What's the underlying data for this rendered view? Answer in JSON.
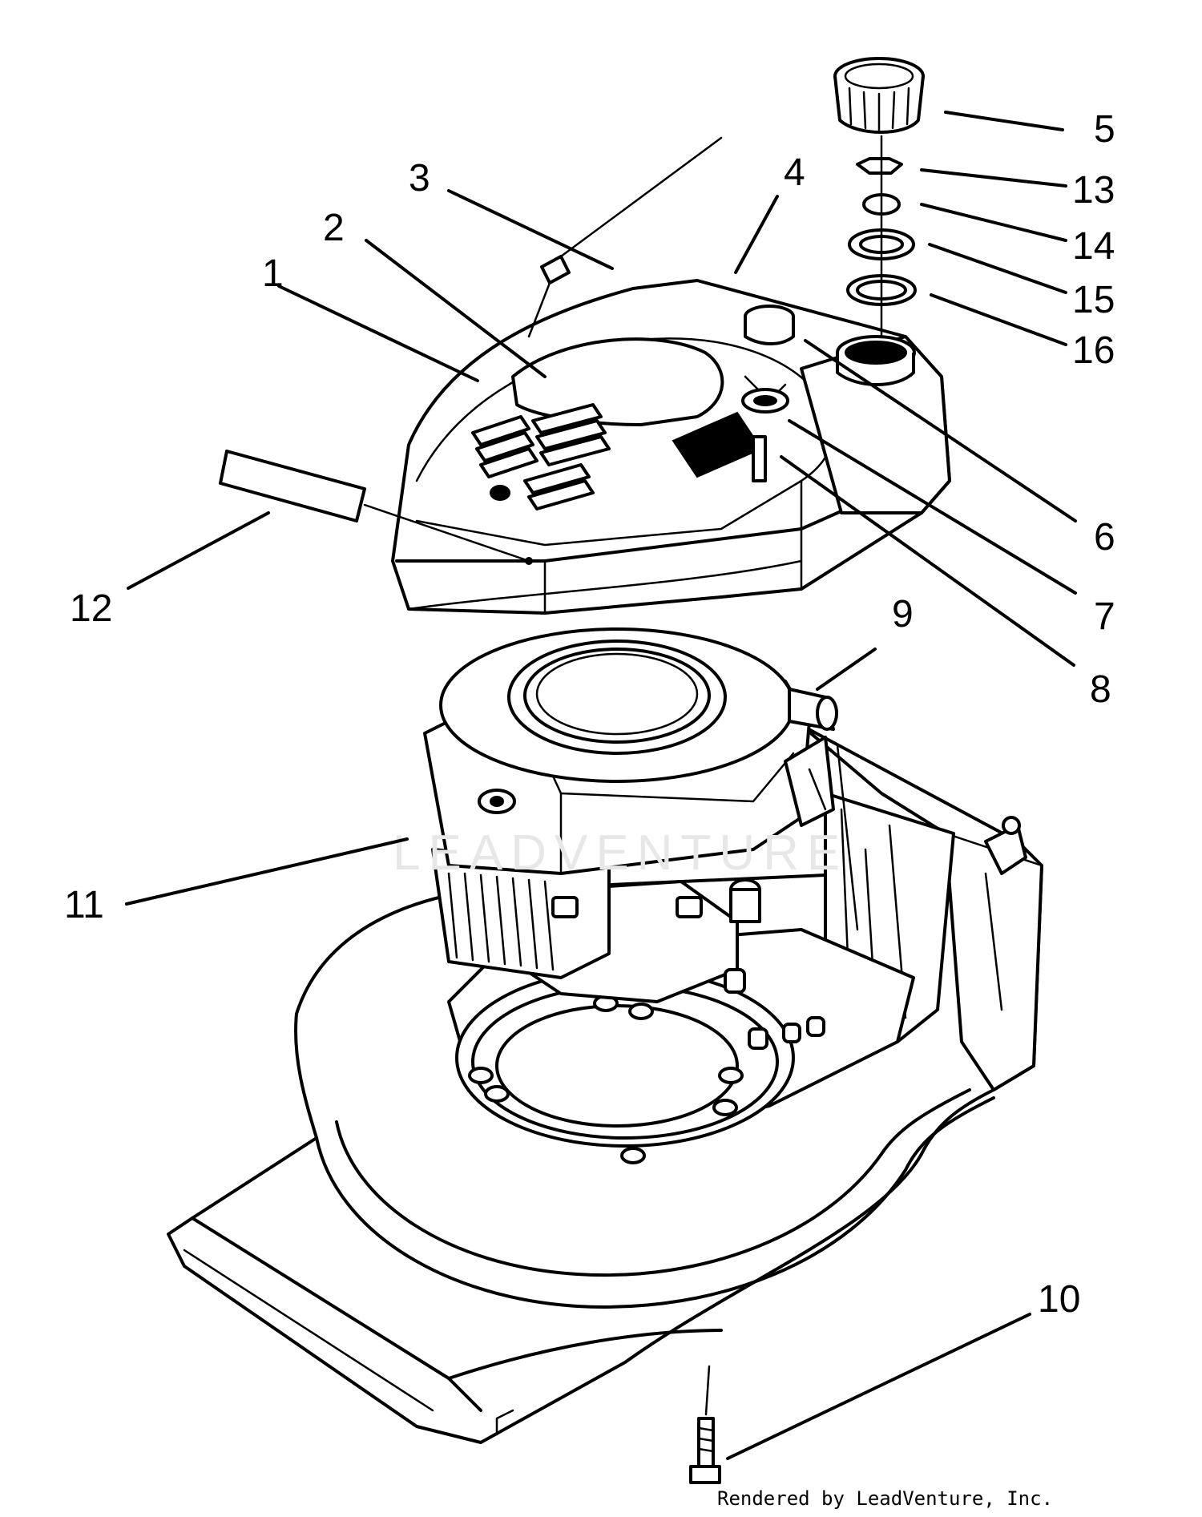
{
  "diagram": {
    "callouts": [
      "1",
      "2",
      "3",
      "4",
      "5",
      "6",
      "7",
      "8",
      "9",
      "10",
      "11",
      "12",
      "13",
      "14",
      "15",
      "16"
    ],
    "watermark": "LEADVENTURE",
    "credit": "Rendered by LeadVenture, Inc."
  }
}
